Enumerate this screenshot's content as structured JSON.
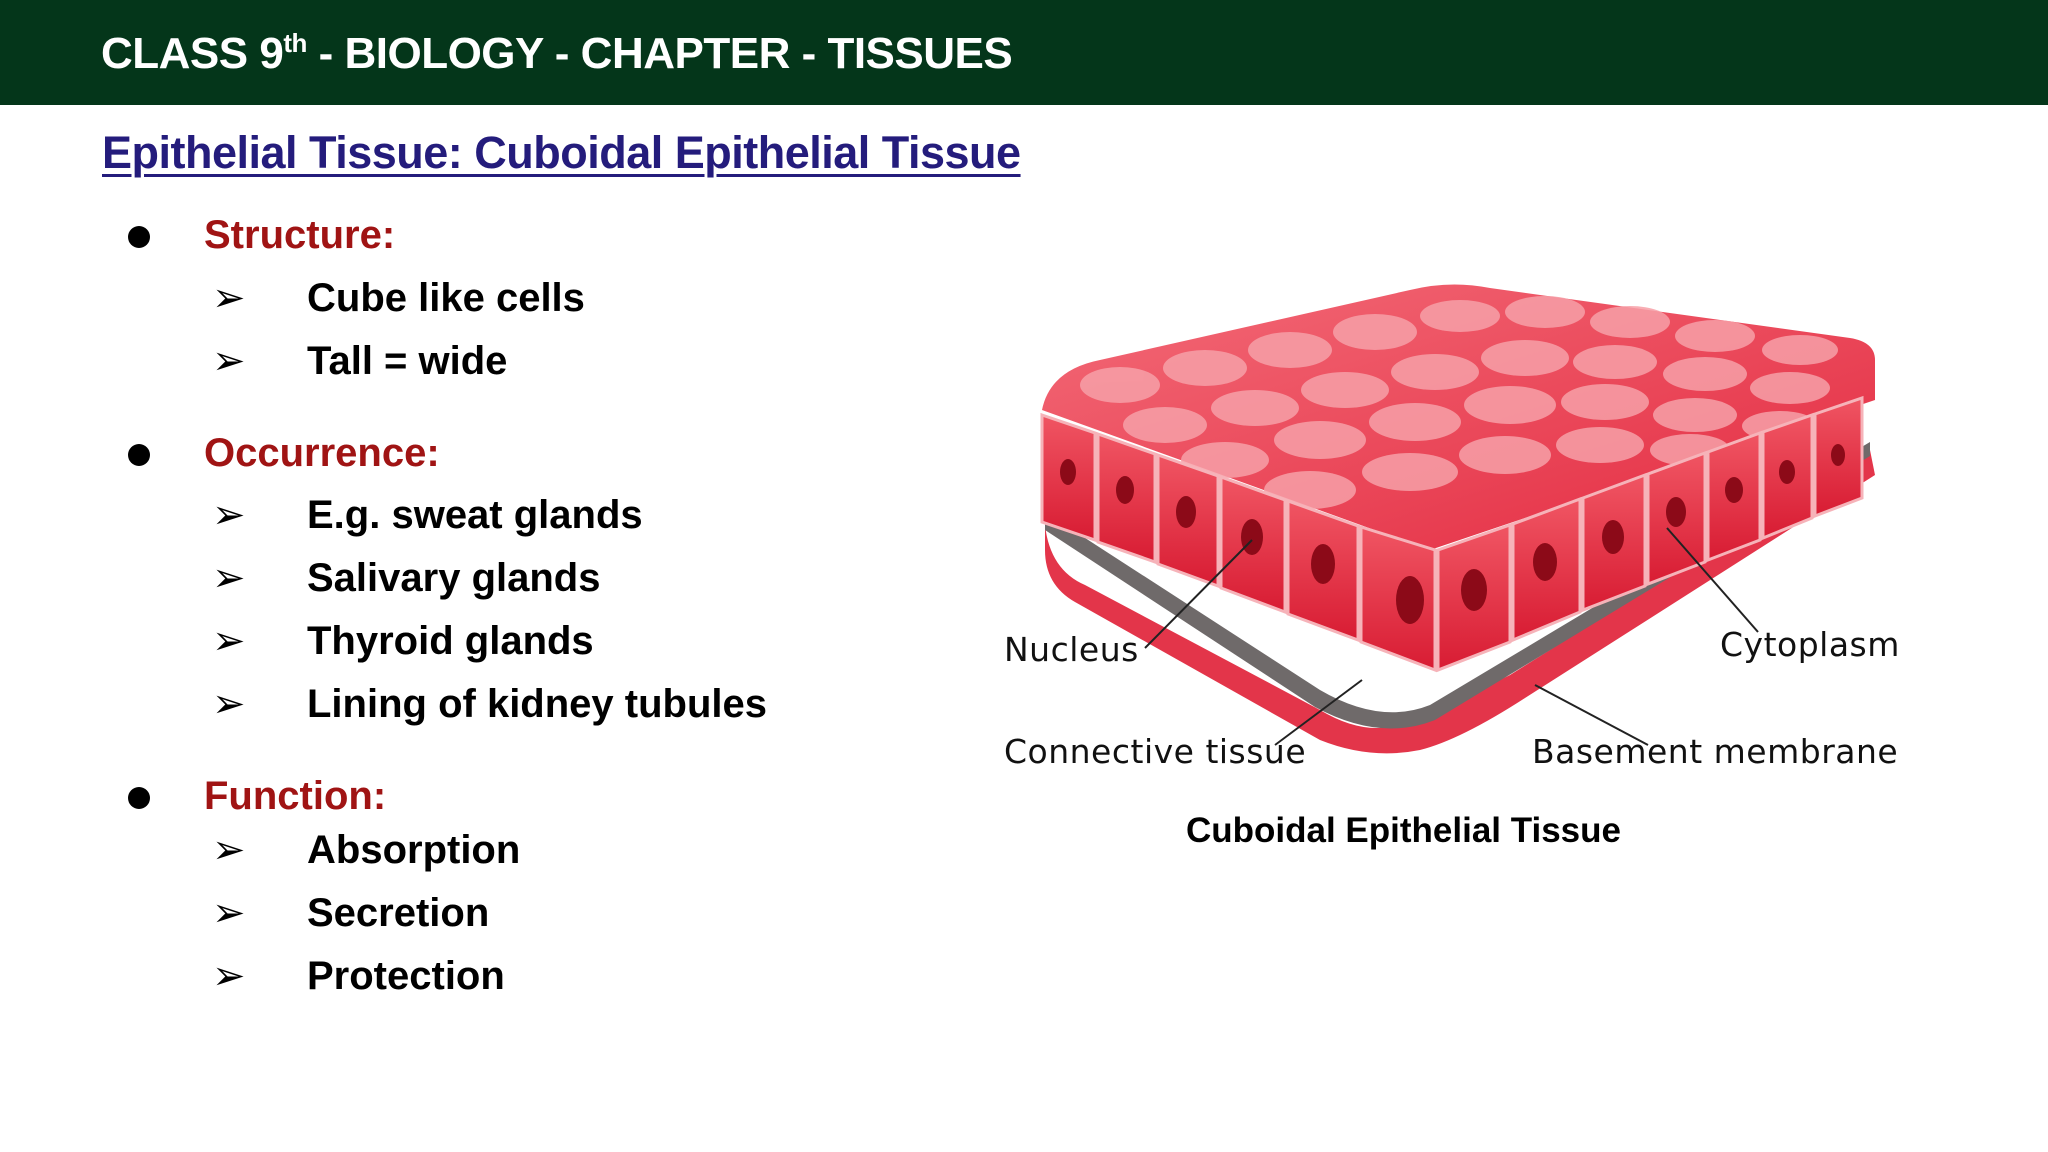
{
  "header": {
    "title_prefix": "CLASS 9",
    "title_superscript": "th",
    "title_suffix": " - BIOLOGY - CHAPTER - TISSUES"
  },
  "subtitle": "Epithelial Tissue: Cuboidal Epithelial Tissue",
  "sections": [
    {
      "heading": "Structure:",
      "items": [
        "Cube like cells",
        "Tall = wide"
      ]
    },
    {
      "heading": "Occurrence:",
      "items": [
        "E.g. sweat glands",
        "Salivary glands",
        "Thyroid glands",
        "Lining of kidney tubules"
      ]
    },
    {
      "heading": "Function:",
      "items": [
        "Absorption",
        "Secretion",
        "Protection"
      ]
    }
  ],
  "list_symbols": {
    "bullet": "●",
    "arrow": "➢"
  },
  "diagram": {
    "labels": {
      "nucleus": "Nucleus",
      "cytoplasm": "Cytoplasm",
      "connective_tissue": "Connective tissue",
      "basement_membrane": "Basement membrane"
    },
    "caption": "Cuboidal Epithelial Tissue"
  },
  "colors": {
    "header_bg": "#04361a",
    "subtitle": "#241c7c",
    "heading": "#a01414",
    "cell_red": "#e8283c",
    "cell_highlight": "#f7a0a8"
  }
}
